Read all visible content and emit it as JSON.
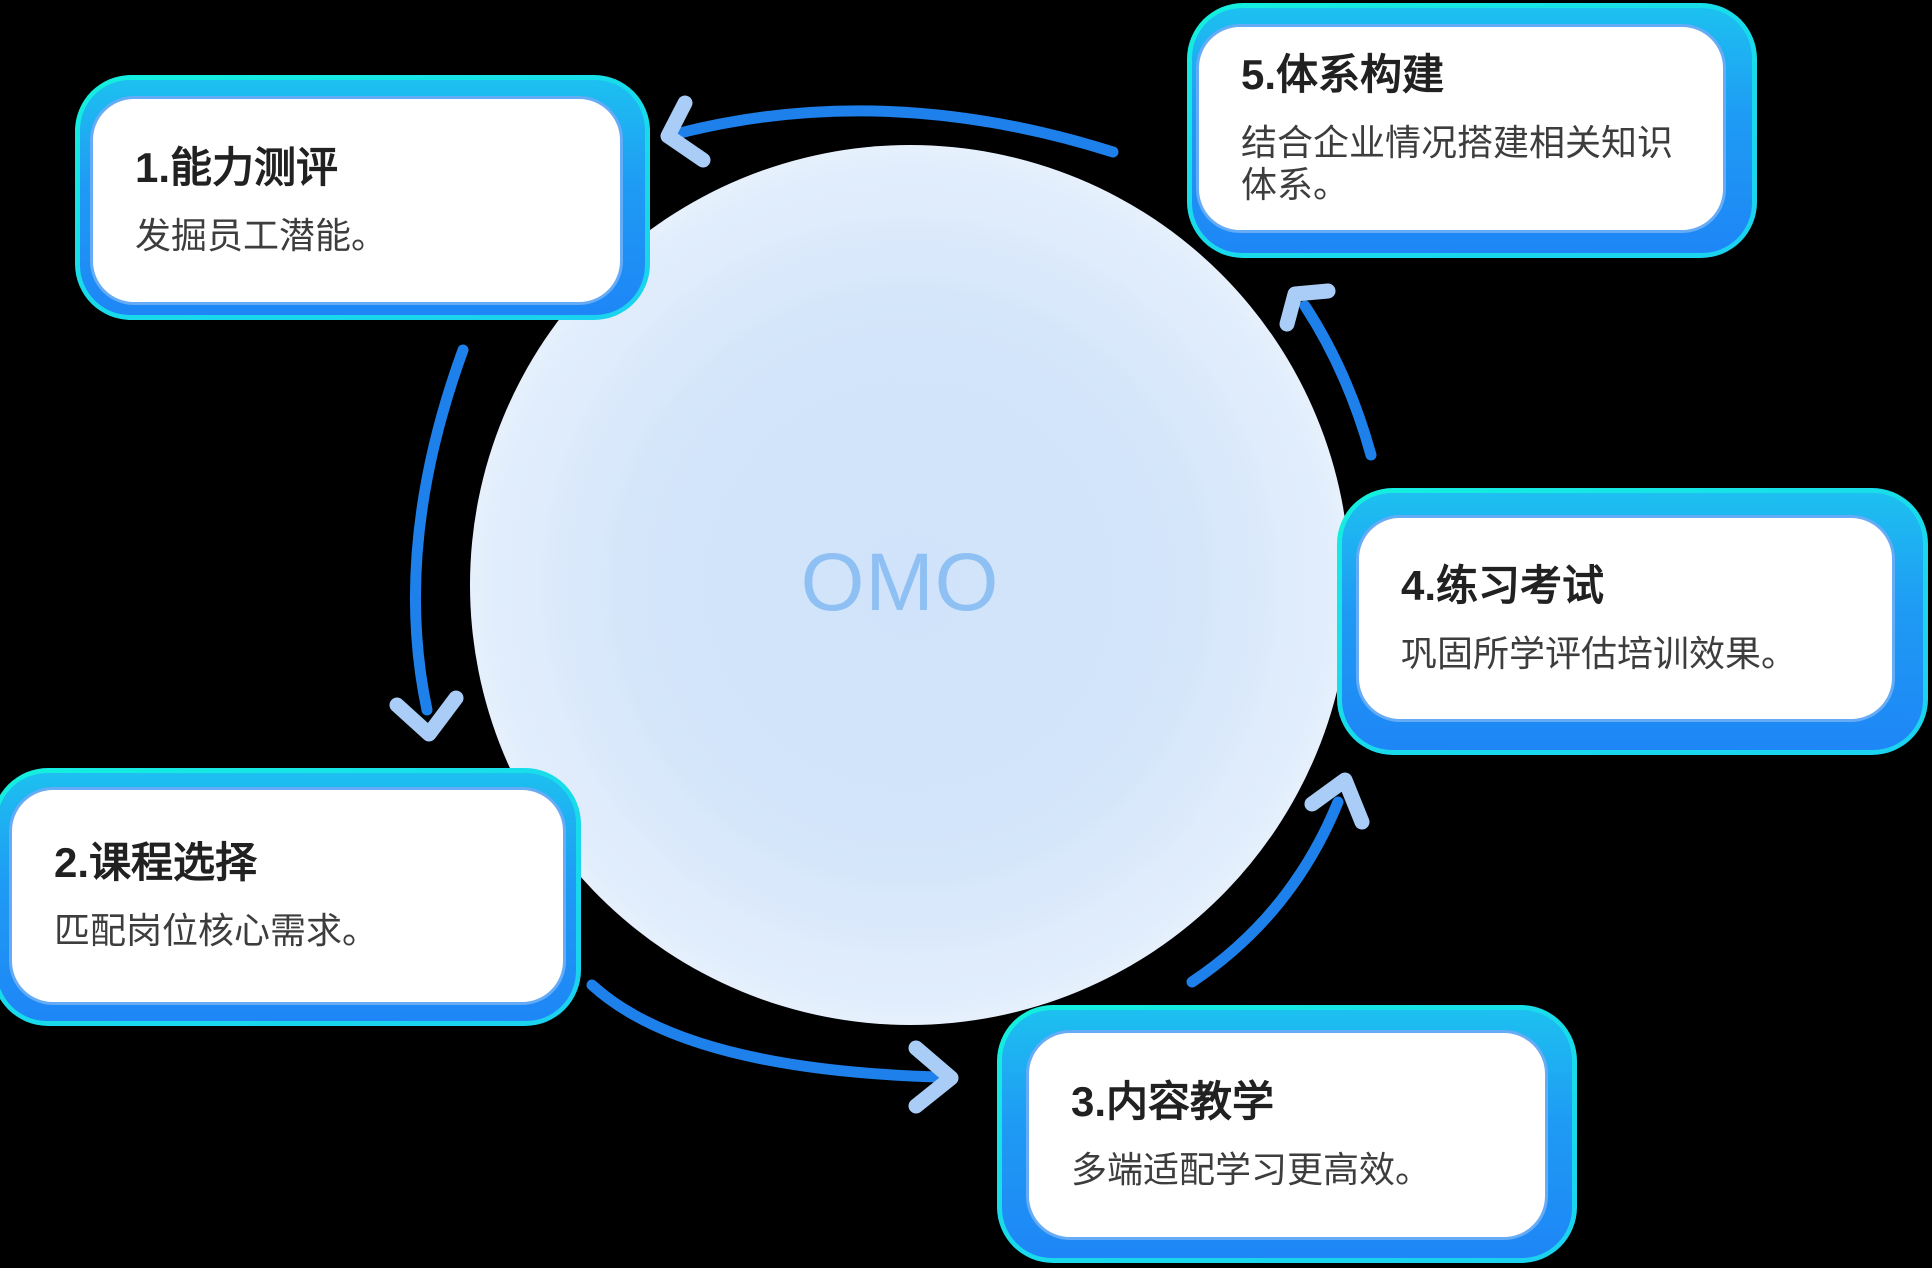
{
  "diagram": {
    "center_label": "OMO",
    "steps": [
      {
        "title": "1.能力测评",
        "description": "发掘员工潜能。"
      },
      {
        "title": "2.课程选择",
        "description": "匹配岗位核心需求。"
      },
      {
        "title": "3.内容教学",
        "description": "多端适配学习更高效。"
      },
      {
        "title": "4.练习考试",
        "description": "巩固所学评估培训效果。"
      },
      {
        "title": "5.体系构建",
        "description": "结合企业情况搭建相关知识体系。"
      }
    ],
    "colors": {
      "arrow_shaft": "#1E80EA",
      "arrow_head": "#A9CDF6",
      "card_border_cyan": "#14F0DE",
      "card_border_blue": "#1E86F6",
      "circle_fill_inner": "#D1E3FA",
      "circle_fill_outer": "#ECF4FD",
      "center_label_color": "#8EC0F4",
      "title_color": "#212121",
      "description_color": "#3D3D3D",
      "background": "#000000"
    }
  }
}
